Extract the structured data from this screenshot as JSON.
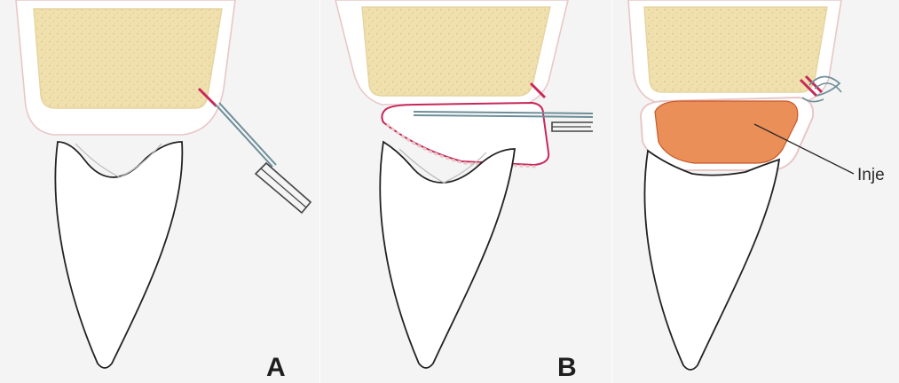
{
  "figure": {
    "panels": [
      {
        "id": "A",
        "label": "A"
      },
      {
        "id": "B",
        "label": "B"
      },
      {
        "id": "C",
        "label": ""
      }
    ],
    "callout_label": "Inje"
  },
  "colors": {
    "background": "#ffffff",
    "panel_background": "#f4f4f4",
    "bone_fill": "#efe0ad",
    "gingiva_outline": "#e8c7c7",
    "incision_line": "#c8285a",
    "instrument": "#6d8e98",
    "injection_fill": "#ea8f57",
    "injection_stroke": "#c9582a",
    "tooth_outline": "#222222"
  }
}
